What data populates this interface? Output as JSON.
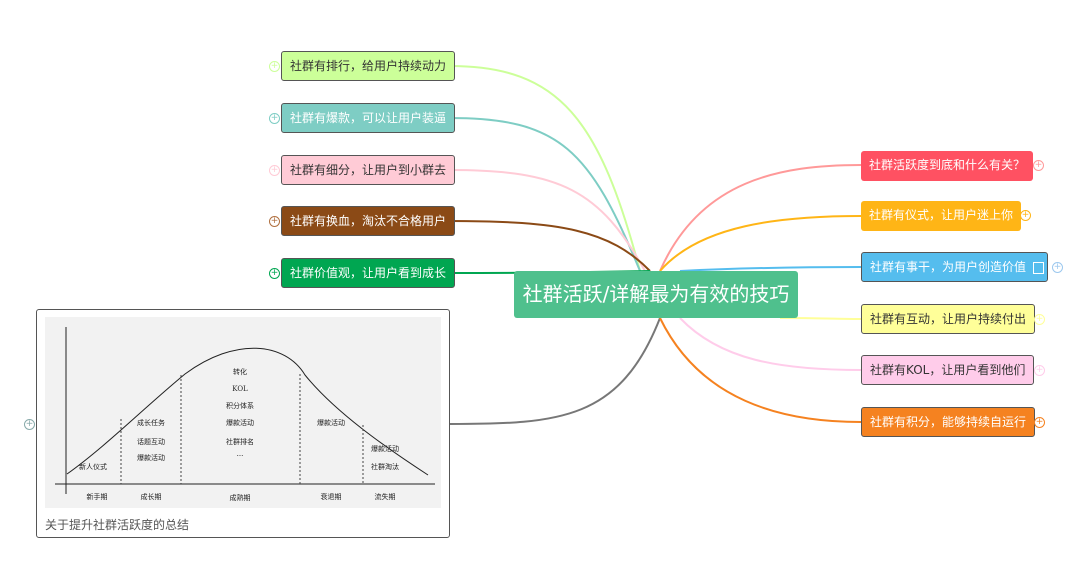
{
  "central_topic": "社群活跃/详解最为有效的技巧",
  "left_topics": [
    {
      "label": "社群有排行，给用户持续动力",
      "bg": "#ccff99",
      "fg": "#333333",
      "line": "#ccff99"
    },
    {
      "label": "社群有爆款，可以让用户装逼",
      "bg": "#7ecdc4",
      "fg": "#ffffff",
      "line": "#7ecdc4"
    },
    {
      "label": "社群有细分，让用户到小群去",
      "bg": "#ffcbd6",
      "fg": "#333333",
      "line": "#ffcbd6"
    },
    {
      "label": "社群有换血，淘汰不合格用户",
      "bg": "#8b4a16",
      "fg": "#ffffff",
      "line": "#8b4a16"
    },
    {
      "label": "社群价值观，让用户看到成长",
      "bg": "#00a651",
      "fg": "#ffffff",
      "line": "#00a651"
    }
  ],
  "right_topics": [
    {
      "label": "社群活跃度到底和什么有关？",
      "bg": "#ff5162",
      "fg": "#ffffff",
      "line": "#ff9999"
    },
    {
      "label": "社群有仪式，让用户迷上你",
      "bg": "#ffb516",
      "fg": "#ffffff",
      "line": "#ffb516"
    },
    {
      "label": "社群有事干，为用户创造价值",
      "bg": "#55bdee",
      "fg": "#ffffff",
      "line": "#55bdee",
      "note_icon": "note-icon"
    },
    {
      "label": "社群有互动，让用户持续付出",
      "bg": "#ffff99",
      "fg": "#333333",
      "line": "#ffff99"
    },
    {
      "label": "社群有KOL，让用户看到他们",
      "bg": "#ffccea",
      "fg": "#333333",
      "line": "#ffccea"
    },
    {
      "label": "社群有积分，能够持续自运行",
      "bg": "#f58220",
      "fg": "#ffffff",
      "line": "#f58220"
    }
  ],
  "image_topic": {
    "caption": "关于提升社群活跃度的总结",
    "stages": [
      "新手期",
      "成长期",
      "成熟期",
      "衰退期",
      "流失期"
    ],
    "stage_items": {
      "s1": [
        "新人仪式"
      ],
      "s2": [
        "成长任务",
        "话题互动",
        "爆款活动"
      ],
      "s3": [
        "转化",
        "KOL",
        "积分体系",
        "爆款活动",
        "社群排名",
        "..."
      ],
      "s4": [
        "爆款活动"
      ],
      "s5": [
        "爆款活动",
        "社群淘汰"
      ]
    }
  }
}
